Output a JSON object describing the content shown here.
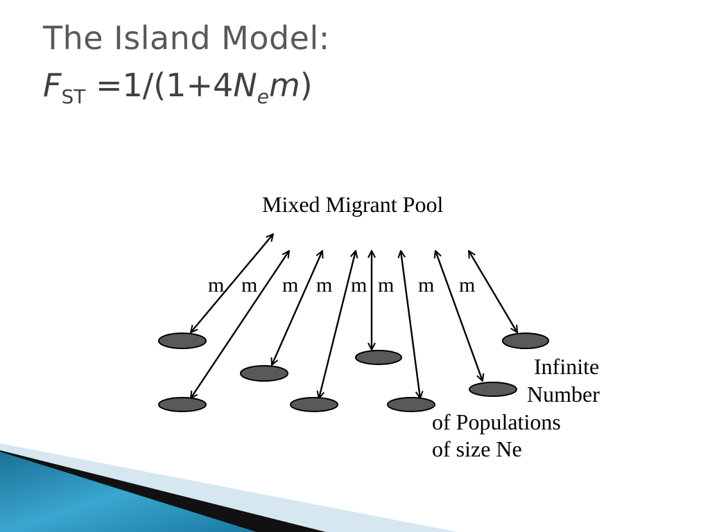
{
  "title": {
    "line1": "The Island Model:",
    "formula": {
      "f": "F",
      "st": "ST",
      "eq": " =1/(1+4",
      "n": "N",
      "e": "e",
      "m": "m",
      "close": ")"
    }
  },
  "diagram": {
    "pool_label": "Mixed Migrant Pool",
    "migration_labels": [
      "m",
      "m",
      "m",
      "m",
      "m",
      "m",
      "m",
      "m"
    ],
    "populations_label_lines": [
      "Infinite",
      "Number",
      "of Populations",
      "of size Ne"
    ]
  },
  "colors": {
    "title": "#595959",
    "population_fill": "#595959",
    "arrow": "#000000",
    "wedge_blue": "#2d8fb5",
    "wedge_dark": "#111111",
    "wedge_light": "#dbe9f2"
  }
}
